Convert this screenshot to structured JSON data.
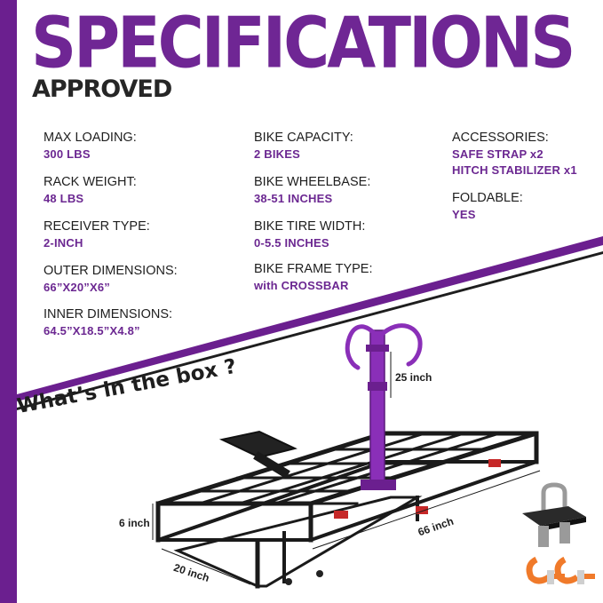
{
  "header": {
    "title": "SPECIFICATIONS",
    "subtitle": "APPROVED"
  },
  "specs": {
    "col1": [
      {
        "label": "MAX LOADING:",
        "value": "300 LBS"
      },
      {
        "label": "RACK WEIGHT:",
        "value": "48 LBS"
      },
      {
        "label": "RECEIVER TYPE:",
        "value": "2-INCH"
      },
      {
        "label": "OUTER DIMENSIONS:",
        "value": "66”X20”X6”"
      },
      {
        "label": "INNER DIMENSIONS:",
        "value": "64.5”X18.5”X4.8”"
      }
    ],
    "col2": [
      {
        "label": "BIKE CAPACITY:",
        "value": "2 BIKES"
      },
      {
        "label": "BIKE WHEELBASE:",
        "value": "38-51 INCHES"
      },
      {
        "label": "BIKE TIRE WIDTH:",
        "value": "0-5.5 INCHES"
      },
      {
        "label": "BIKE FRAME TYPE:",
        "value": "with CROSSBAR"
      }
    ],
    "col3": [
      {
        "label": "ACCESSORIES:",
        "values": [
          "SAFE STRAP  x2",
          "HITCH STABILIZER  x1"
        ]
      },
      {
        "label": "FOLDABLE:",
        "value": "YES"
      }
    ]
  },
  "box": {
    "title": "What’s in the box ?",
    "dims": {
      "height_bike": "25 inch",
      "height_rack": "6 inch",
      "width": "20 inch",
      "length": "66 inch"
    }
  },
  "colors": {
    "purple": "#6b1f8f",
    "dark": "#1e1e1e",
    "strap": "#f07a2a"
  }
}
